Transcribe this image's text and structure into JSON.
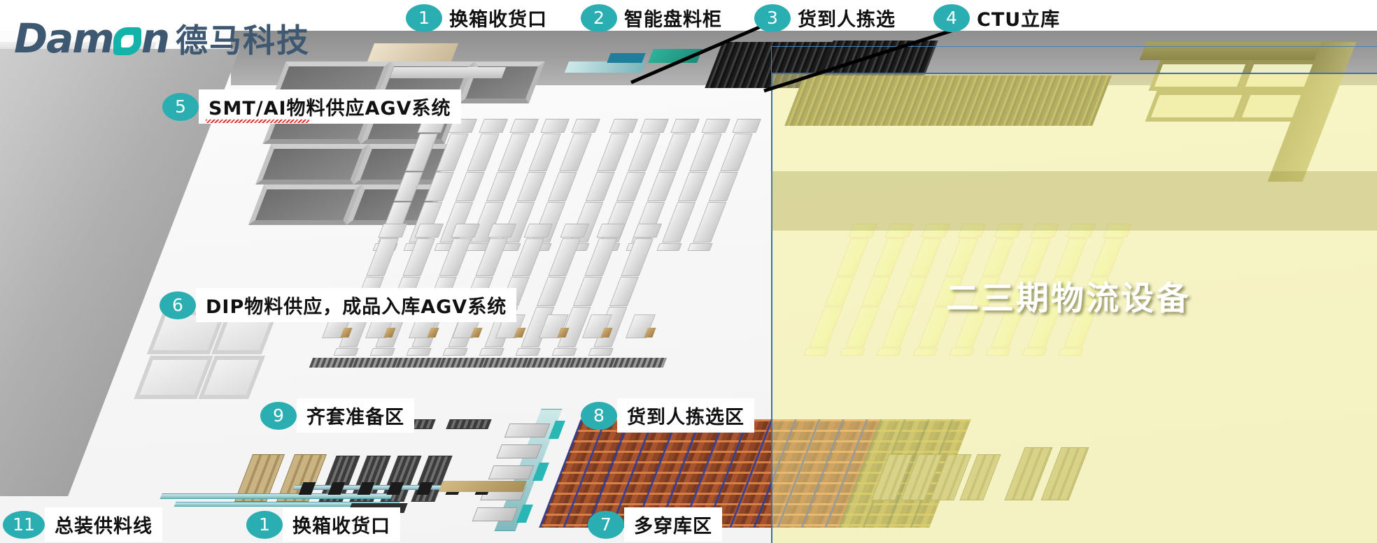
{
  "brand": {
    "wordmark_pre": "Dam",
    "wordmark_post": "n",
    "chinese": "德马科技",
    "accent_color": "#14b3aa",
    "text_color": "#3e5871",
    "o_icon": "leaf-o-icon"
  },
  "theme": {
    "badge_color": "#2aaeb1",
    "overlay_color": "#f5f096",
    "overlay_border": "#3f6fa8",
    "racking_color": "#a8552f",
    "floor_color": "#f7f7f7"
  },
  "overlay": {
    "watermark": "二三期物流设备"
  },
  "callouts": [
    {
      "num": "1",
      "label": "换箱收货口",
      "position": "top"
    },
    {
      "num": "2",
      "label": "智能盘料柜",
      "position": "top"
    },
    {
      "num": "3",
      "label": "货到人拣选",
      "position": "top"
    },
    {
      "num": "4",
      "label": "CTU立库",
      "position": "top"
    },
    {
      "num": "5",
      "label": "SMT/AI物料供应AGV系统",
      "position": "left"
    },
    {
      "num": "6",
      "label": "DIP物料供应，成品入库AGV系统",
      "position": "left"
    },
    {
      "num": "9",
      "label": "齐套准备区",
      "position": "mid-left"
    },
    {
      "num": "8",
      "label": "货到人拣选区",
      "position": "mid-right"
    },
    {
      "num": "11",
      "label": "总装供料线",
      "position": "bottom-left"
    },
    {
      "num": "1",
      "label": "换箱收货口",
      "position": "bottom-center"
    },
    {
      "num": "7",
      "label": "多穿库区",
      "position": "bottom-right"
    }
  ]
}
